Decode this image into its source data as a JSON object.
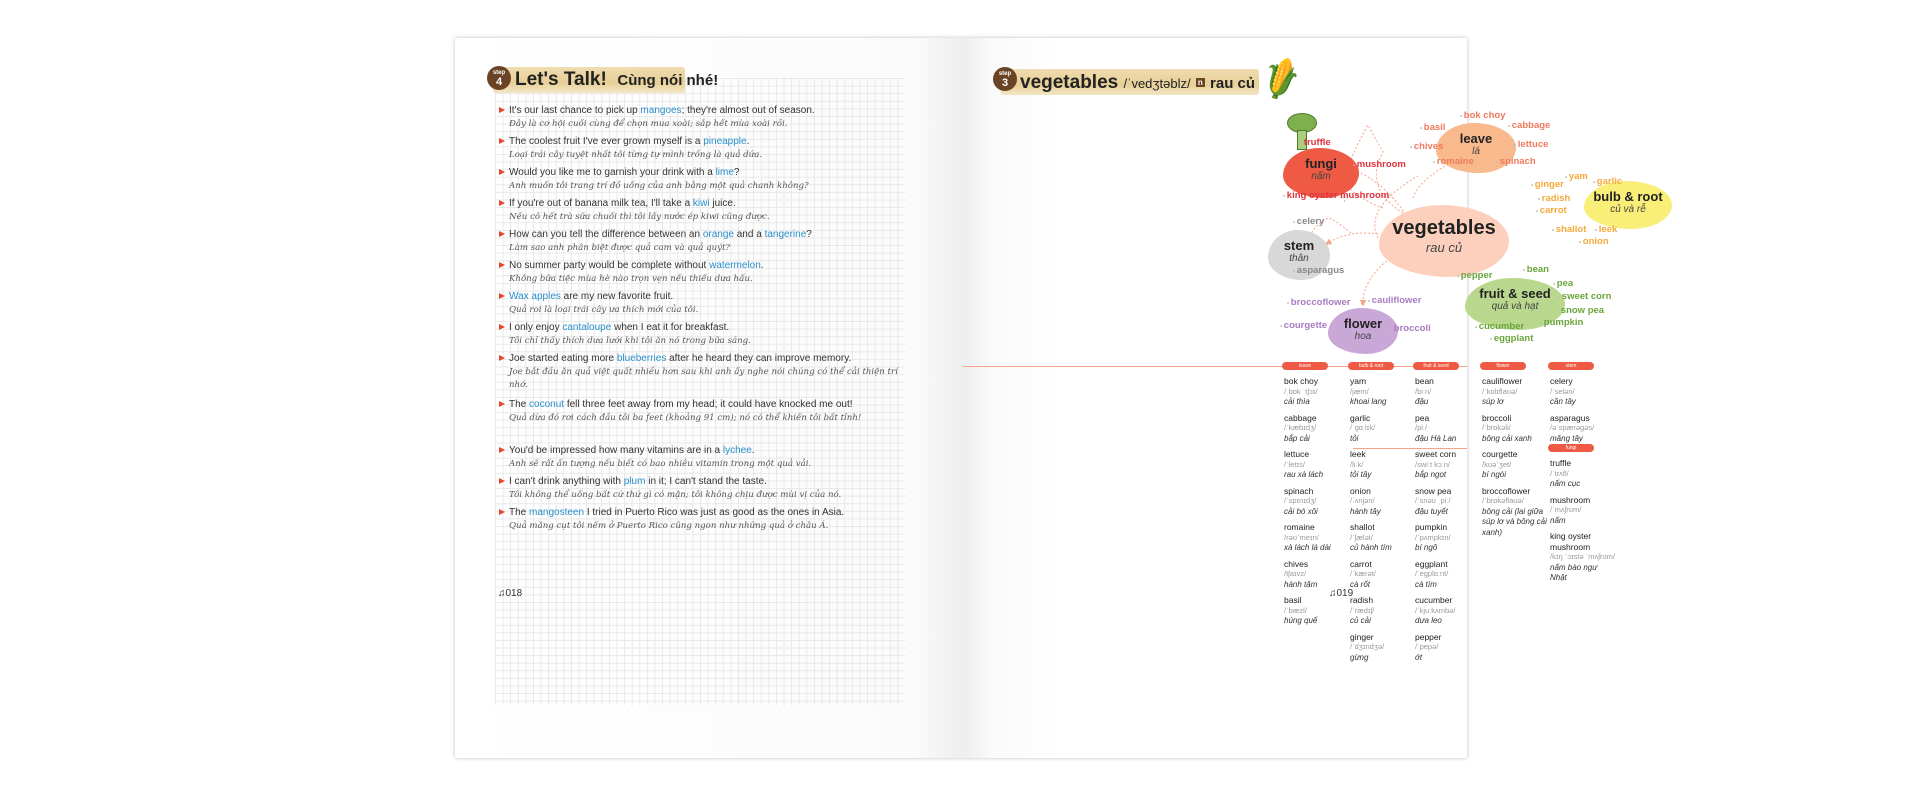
{
  "left_page": {
    "step_label": "step",
    "step_number": "4",
    "title": "Let's Talk!",
    "title_vi": "Cùng nói nhé!",
    "sentences": [
      {
        "before": "It's our last chance to pick up ",
        "word": "mangoes",
        "after": "; they're almost out of season.",
        "vi": "Đây là cơ hội cuối cùng để chọn mua xoài; sắp hết mùa xoài rồi."
      },
      {
        "before": "The coolest fruit I've ever grown myself is a ",
        "word": "pineapple",
        "after": ".",
        "vi": "Loại trái cây tuyệt nhất tôi từng tự mình trồng là quả dứa."
      },
      {
        "before": "Would you like me to garnish your drink with a ",
        "word": "lime",
        "after": "?",
        "vi": "Anh muốn tôi trang trí đồ uống của anh bằng một quả chanh không?"
      },
      {
        "before": "If you're out of banana milk tea, I'll take a ",
        "word": "kiwi",
        "after": " juice.",
        "vi": "Nếu cô hết trà sữa chuối thì tôi lấy nước ép kiwi cũng được."
      },
      {
        "before": "How can you tell the difference between an ",
        "word": "orange",
        "after": " and a ",
        "word2": "tangerine",
        "after2": "?",
        "vi": "Làm sao anh phân biệt được quả cam và quả quýt?"
      },
      {
        "before": "No summer party would be complete without ",
        "word": "watermelon",
        "after": ".",
        "vi": "Không bữa tiệc mùa hè nào trọn vẹn nếu thiếu dưa hấu."
      },
      {
        "before": "",
        "word": "Wax apples",
        "after": " are my new favorite fruit.",
        "vi": "Quả roi là loại trái cây ưa thích mới của tôi."
      },
      {
        "before": "I only enjoy ",
        "word": "cantaloupe",
        "after": " when I eat it for breakfast.",
        "vi": "Tôi chỉ thấy thích dưa lưới khi tôi ăn nó trong bữa sáng."
      },
      {
        "before": "Joe started eating more ",
        "word": "blueberries",
        "after": " after he heard they can improve memory.",
        "vi": "Joe bắt đầu ăn quả việt quất nhiều hơn sau khi anh ấy nghe nói chúng có thể cải thiện trí nhớ."
      },
      {
        "before": "The ",
        "word": "coconut",
        "after": " fell three feet away from my head; it could have knocked me out!",
        "vi": "Quả dừa đó rơi cách đầu tôi ba feet (khoảng 91 cm); nó có thể khiến tôi bất tỉnh!"
      },
      {
        "before": "You'd be impressed how many vitamins are in a ",
        "word": "lychee",
        "after": ".",
        "vi": "Anh sẽ rất ấn tượng nếu biết có bao nhiêu vitamin trong một quả vải."
      },
      {
        "before": "I can't drink anything with ",
        "word": "plum",
        "after": " in it; I can't stand the taste.",
        "vi": "Tôi không thể uống bất cứ thứ gì có mận; tôi không chịu được mùi vị của nó."
      },
      {
        "before": "The ",
        "word": "mangosteen",
        "after": " I tried in Puerto Rico was just as good as the ones in Asia.",
        "vi": "Quả măng cụt tôi nếm ở Puerto Rico cũng ngon như những quả ở châu Á."
      }
    ],
    "page_number": "018"
  },
  "right_page": {
    "step_label": "step",
    "step_number": "3",
    "title": "vegetables",
    "ipa": "/ˈvedʒtəblz/",
    "pos": "n",
    "title_vi": "rau củ",
    "center": {
      "en": "vegetables",
      "vi": "rau củ"
    },
    "categories": [
      {
        "key": "leave",
        "en": "leave",
        "vi": "lá",
        "color": "#f8b98c",
        "word_color": "#f07a5f",
        "words": [
          "bok choy",
          "basil",
          "cabbage",
          "chives",
          "lettuce",
          "romaine",
          "spinach"
        ]
      },
      {
        "key": "fungi",
        "en": "fungi",
        "vi": "nấm",
        "color": "#ee5a44",
        "word_color": "#e0303c",
        "words": [
          "truffle",
          "mushroom",
          "king oyster mushroom"
        ]
      },
      {
        "key": "bulb",
        "en": "bulb & root",
        "vi": "củ và rễ",
        "color": "#f9ee78",
        "word_color": "#f5a93a",
        "words": [
          "ginger",
          "yam",
          "garlic",
          "radish",
          "carrot",
          "shallot",
          "leek",
          "onion"
        ]
      },
      {
        "key": "stem",
        "en": "stem",
        "vi": "thân",
        "color": "#d8d8d8",
        "word_color": "#888888",
        "words": [
          "celery",
          "asparagus"
        ]
      },
      {
        "key": "fruit",
        "en": "fruit & seed",
        "vi": "quả và hạt",
        "color": "#b9d88e",
        "word_color": "#6aa53c",
        "words": [
          "pepper",
          "bean",
          "pea",
          "sweet corn",
          "snow pea",
          "pumpkin",
          "cucumber",
          "eggplant"
        ]
      },
      {
        "key": "flower",
        "en": "flower",
        "vi": "hoa",
        "color": "#c9a8d8",
        "word_color": "#a77cc0",
        "words": [
          "broccoflower",
          "cauliflower",
          "courgette",
          "broccoli"
        ]
      }
    ],
    "vocab_columns": [
      {
        "sections": [
          {
            "label": "leave",
            "entries": [
              {
                "w": "bok choy",
                "ipa": "/ˌbɒk ˈtʃɔɪ/",
                "vi": "cải thìa"
              },
              {
                "w": "cabbage",
                "ipa": "/ˈkæbɪdʒ/",
                "vi": "bắp cải"
              },
              {
                "w": "lettuce",
                "ipa": "/ˈletɪs/",
                "vi": "rau xà lách"
              },
              {
                "w": "spinach",
                "ipa": "/ˈspɪnɪdʒ/",
                "vi": "cải bó xôi"
              },
              {
                "w": "romaine",
                "ipa": "/rəʊˈmeɪn/",
                "vi": "xà lách lá dài"
              },
              {
                "w": "chives",
                "ipa": "/tʃaɪvz/",
                "vi": "hành tăm"
              },
              {
                "w": "basil",
                "ipa": "/ˈbæzl/",
                "vi": "húng quế"
              }
            ]
          }
        ]
      },
      {
        "sections": [
          {
            "label": "bulb & root",
            "entries": [
              {
                "w": "yam",
                "ipa": "/jæm/",
                "vi": "khoai lang"
              },
              {
                "w": "garlic",
                "ipa": "/ˈɡɑːlɪk/",
                "vi": "tỏi"
              },
              {
                "w": "leek",
                "ipa": "/liːk/",
                "vi": "tỏi tây"
              },
              {
                "w": "onion",
                "ipa": "/ˈʌnjən/",
                "vi": "hành tây"
              },
              {
                "w": "shallot",
                "ipa": "/ˈʃælət/",
                "vi": "củ hành tím"
              },
              {
                "w": "carrot",
                "ipa": "/ˈkærət/",
                "vi": "cà rốt"
              },
              {
                "w": "radish",
                "ipa": "/ˈrædɪʃ/",
                "vi": "củ cải"
              },
              {
                "w": "ginger",
                "ipa": "/ˈdʒɪndʒə/",
                "vi": "gừng"
              }
            ]
          }
        ]
      },
      {
        "sections": [
          {
            "label": "fruit & seed",
            "entries": [
              {
                "w": "bean",
                "ipa": "/biːn/",
                "vi": "đậu"
              },
              {
                "w": "pea",
                "ipa": "/piː/",
                "vi": "đậu Hà Lan"
              },
              {
                "w": "sweet corn",
                "ipa": "/swiːt kɔːn/",
                "vi": "bắp ngọt"
              },
              {
                "w": "snow pea",
                "ipa": "/ˈsnəʊ ˌpiː/",
                "vi": "đậu tuyết"
              },
              {
                "w": "pumpkin",
                "ipa": "/ˈpʌmpkɪn/",
                "vi": "bí ngô"
              },
              {
                "w": "eggplant",
                "ipa": "/ˈeɡplɑːnt/",
                "vi": "cà tím"
              },
              {
                "w": "cucumber",
                "ipa": "/ˈkjuːkʌmbə/",
                "vi": "dưa leo"
              },
              {
                "w": "pepper",
                "ipa": "/ˈpepə/",
                "vi": "ớt"
              }
            ]
          }
        ]
      },
      {
        "sections": [
          {
            "label": "flower",
            "entries": [
              {
                "w": "cauliflower",
                "ipa": "/ˈkɒlɪflaʊə/",
                "vi": "súp lơ"
              },
              {
                "w": "broccoli",
                "ipa": "/ˈbrɒkəli/",
                "vi": "bông cải xanh"
              },
              {
                "w": "courgette",
                "ipa": "/kʊəˈʒet/",
                "vi": "bí ngòi"
              },
              {
                "w": "broccoflower",
                "ipa": "/ˈbrɒkəflaʊə/",
                "vi": "bông cải (lai giữa súp lơ và bông cải xanh)"
              }
            ]
          }
        ]
      },
      {
        "sections": [
          {
            "label": "stem",
            "entries": [
              {
                "w": "celery",
                "ipa": "/ˈseləri/",
                "vi": "cần tây"
              },
              {
                "w": "asparagus",
                "ipa": "/əˈspærəɡəs/",
                "vi": "măng tây"
              }
            ]
          },
          {
            "label": "fungi",
            "entries": [
              {
                "w": "truffle",
                "ipa": "/ˈtrʌfl/",
                "vi": "nấm cục"
              },
              {
                "w": "mushroom",
                "ipa": "/ˈmʌʃrʊm/",
                "vi": "nấm"
              },
              {
                "w": "king oyster mushroom",
                "ipa": "/kɪŋ ˈɔɪstə ˈmʌʃrʊm/",
                "vi": "nấm bào ngư Nhật"
              }
            ]
          }
        ]
      }
    ],
    "page_number": "019"
  },
  "icons": {
    "audio": "music-note-icon",
    "illustrations": [
      "corn-icon",
      "broccoli-icon"
    ]
  },
  "colors": {
    "accent": "#ee5a44",
    "highlight": "#2a8fcc",
    "step_badge": "#6b4426"
  }
}
